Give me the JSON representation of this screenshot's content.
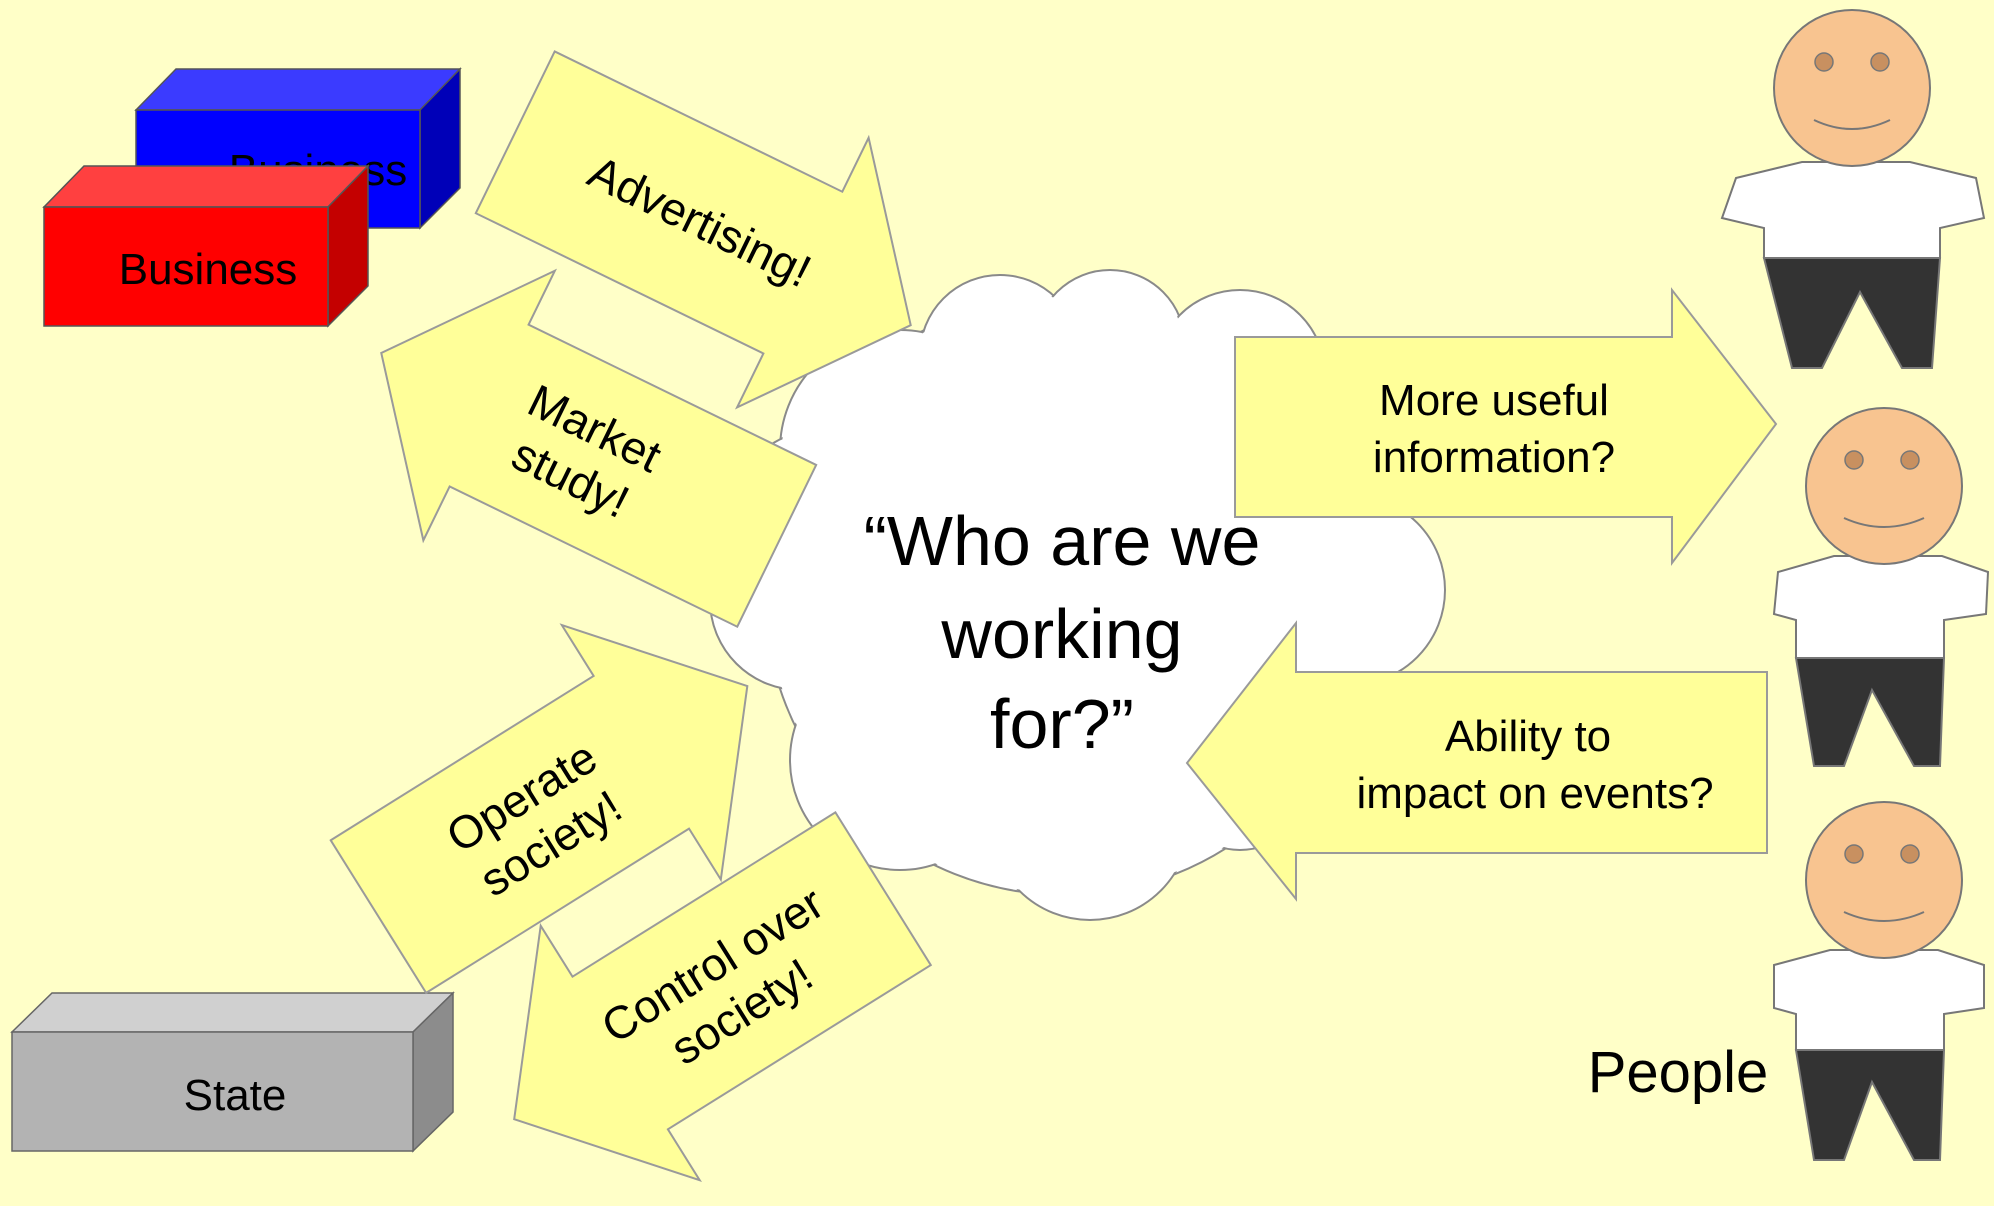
{
  "colors": {
    "background": "#ffffc8",
    "arrow_fill": "#ffff99",
    "arrow_stroke": "#9a9a9a",
    "cloud_fill": "#ffffff",
    "business_back": "#0000ff",
    "business_front": "#ff0000",
    "state_box": "#b3b3b3",
    "face": "#f8c490",
    "shirt": "#ffffff",
    "pants": "#333333"
  },
  "entities": {
    "business_back_label": "Business",
    "business_front_label": "Business",
    "state_label": "State",
    "people_label": "People"
  },
  "cloud": {
    "line1": "“Who are we",
    "line2": "working",
    "line3": "for?”"
  },
  "arrows": {
    "advertising": "Advertising!",
    "market_study_line1": "Market",
    "market_study_line2": "study!",
    "operate_line1": "Operate",
    "operate_line2": "society!",
    "control_line1": "Control over",
    "control_line2": "society!",
    "info_line1": "More useful",
    "info_line2": "information?",
    "impact_line1": "Ability to",
    "impact_line2": "impact on events?"
  },
  "icons": [
    "person-icon",
    "person-icon",
    "person-icon",
    "cloud-icon"
  ]
}
